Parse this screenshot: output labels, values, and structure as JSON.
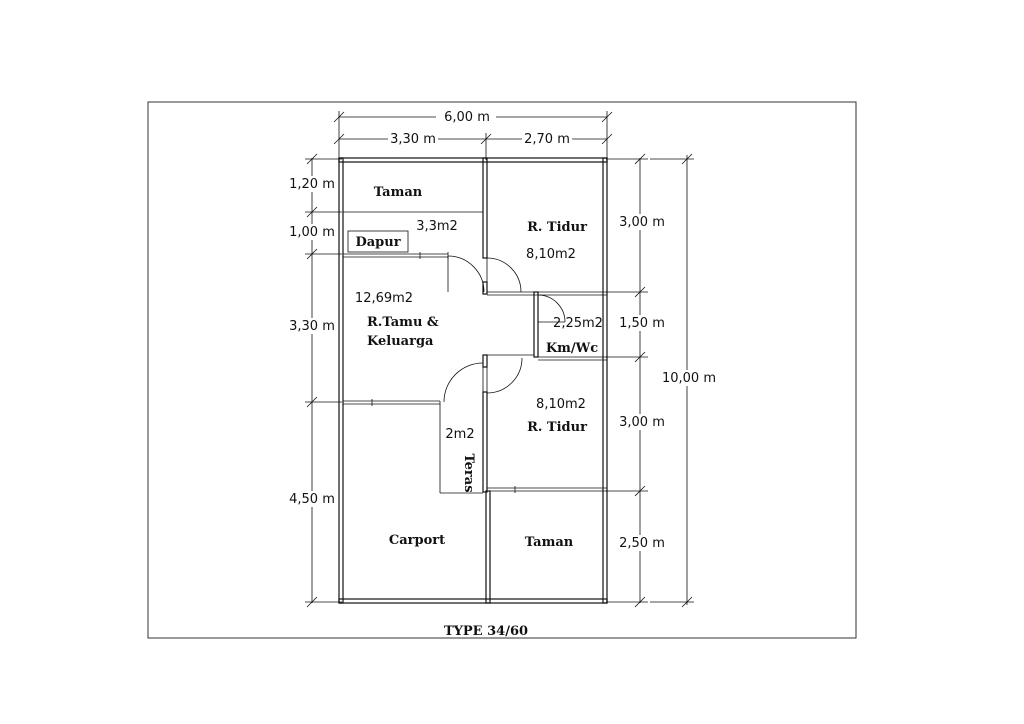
{
  "title": "TYPE 34/60",
  "dimensions": {
    "top_total": "6,00 m",
    "top_left": "3,30 m",
    "top_right": "2,70 m",
    "left": [
      "1,20 m",
      "1,00 m",
      "3,30 m",
      "4,50 m"
    ],
    "right_inner": [
      "3,00 m",
      "1,50 m",
      "3,00 m",
      "2,50 m"
    ],
    "right_total": "10,00 m"
  },
  "rooms": {
    "taman_top": "Taman",
    "dapur": "Dapur",
    "dapur_area": "3,3m2",
    "tidur_top": "R. Tidur",
    "tidur_top_area": "8,10m2",
    "tamu_area": "12,69m2",
    "tamu_line1": "R.Tamu &",
    "tamu_line2": "Keluarga",
    "kmwc_area": "2,25m2",
    "kmwc": "Km/Wc",
    "tidur_bottom_area": "8,10m2",
    "tidur_bottom": "R. Tidur",
    "teras_area": "2m2",
    "teras": "Teras",
    "carport": "Carport",
    "taman_bottom": "Taman"
  }
}
